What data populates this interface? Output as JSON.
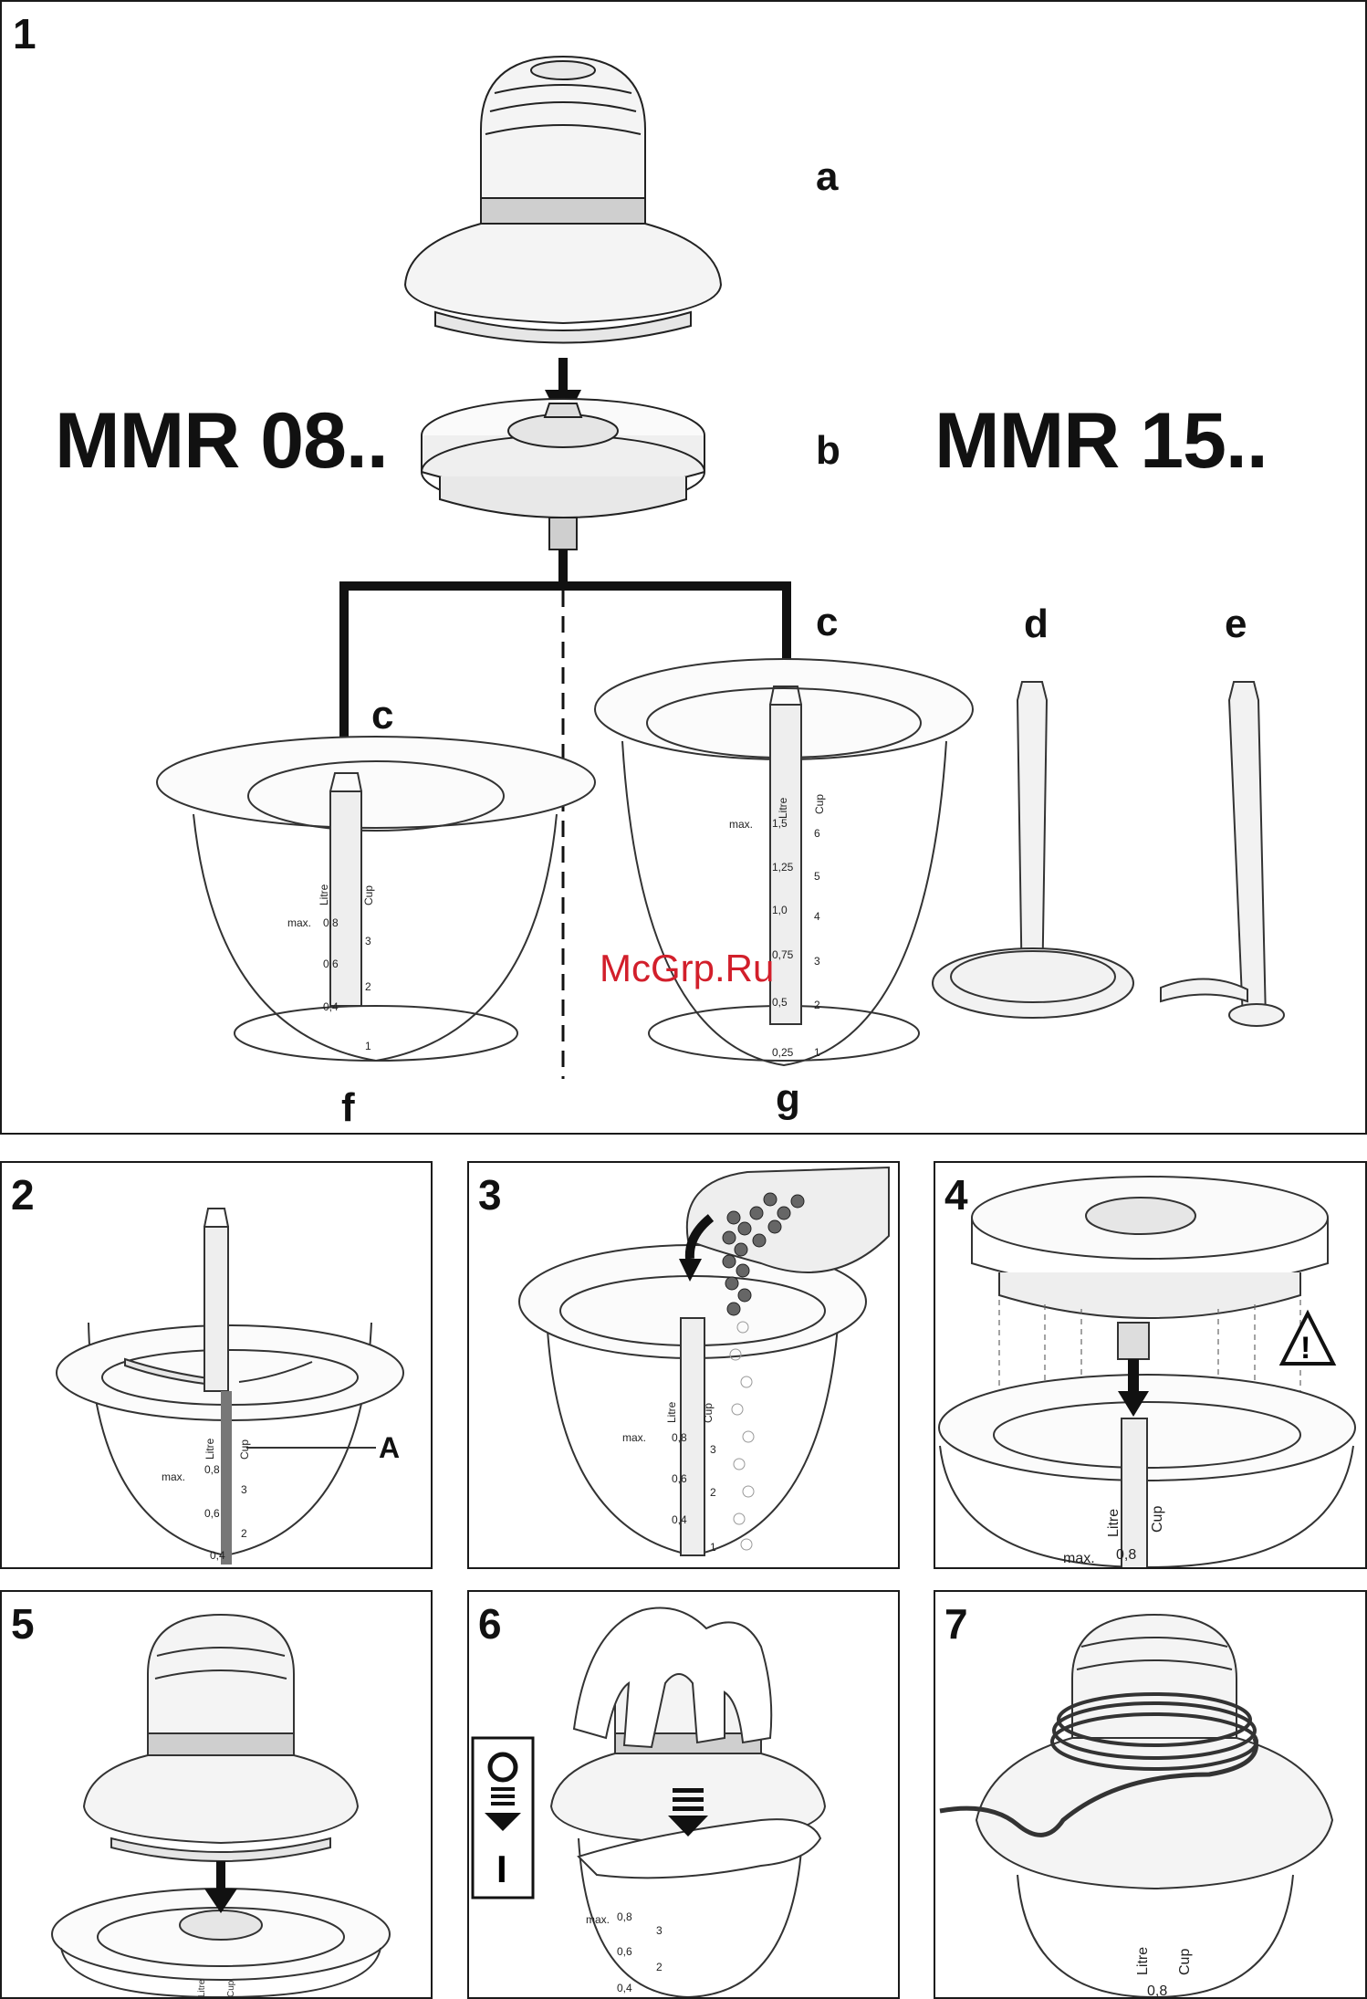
{
  "panel1": {
    "number": "1",
    "model_left": "MMR 08..",
    "model_right": "MMR 15..",
    "labels": {
      "a": "a",
      "b": "b",
      "c_right": "c",
      "c_left": "c",
      "d": "d",
      "e": "e",
      "f": "f",
      "g": "g"
    },
    "bowl_small_scale": {
      "unit_left": "Litre",
      "unit_right": "Cup",
      "max": "max.",
      "litre": [
        "0,8",
        "0,6",
        "0,4"
      ],
      "cup": [
        "3",
        "2",
        "1"
      ]
    },
    "bowl_large_scale": {
      "unit_left": "Litre",
      "unit_right": "Cup",
      "max": "max.",
      "litre": [
        "1,5",
        "1,25",
        "1,0",
        "0,75",
        "0,5",
        "0,25"
      ],
      "cup": [
        "6",
        "5",
        "4",
        "3",
        "2",
        "1"
      ]
    }
  },
  "watermark": "McGrp.Ru",
  "panel2": {
    "number": "2",
    "label_A": "A",
    "scale": {
      "unit_left": "Litre",
      "unit_right": "Cup",
      "max": "max.",
      "litre": [
        "0,8",
        "0,6",
        "0,4"
      ],
      "cup": [
        "3",
        "2"
      ]
    }
  },
  "panel3": {
    "number": "3",
    "scale": {
      "unit_left": "Litre",
      "unit_right": "Cup",
      "max": "max.",
      "litre": [
        "0,8",
        "0,6",
        "0,4"
      ],
      "cup": [
        "3",
        "2",
        "1"
      ]
    }
  },
  "panel4": {
    "number": "4",
    "warning_symbol": "!",
    "scale": {
      "unit_left": "Litre",
      "unit_right": "Cup",
      "max": "max.",
      "litre": [
        "0,8"
      ]
    }
  },
  "panel5": {
    "number": "5",
    "scale": {
      "unit_left": "Litre",
      "unit_right": "Cup"
    }
  },
  "panel6": {
    "number": "6",
    "switch_on": "I",
    "scale": {
      "max": "max.",
      "litre": [
        "0,8",
        "0,6",
        "0,4"
      ],
      "cup": [
        "3",
        "2"
      ]
    }
  },
  "panel7": {
    "number": "7",
    "scale": {
      "unit_left": "Litre",
      "unit_right": "Cup",
      "litre": [
        "0,8"
      ]
    }
  }
}
